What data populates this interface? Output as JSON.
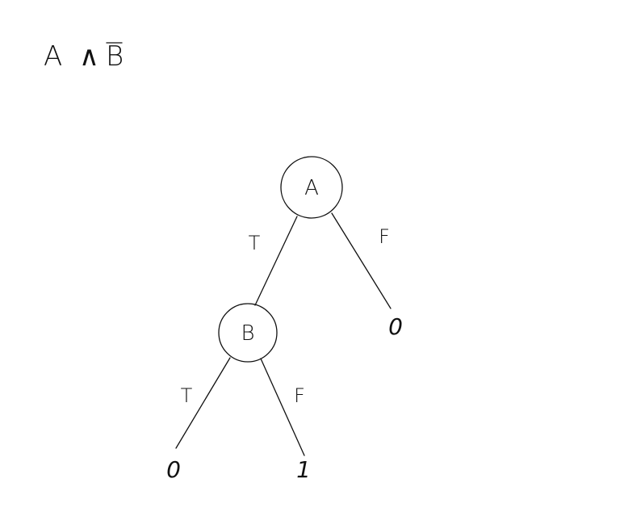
{
  "formula": {
    "var_a": "A",
    "operator": "∧",
    "var_b": "B"
  },
  "nodes": {
    "root": {
      "label": "A"
    },
    "b_node": {
      "label": "B"
    }
  },
  "edges": {
    "root_true": {
      "label": "T"
    },
    "root_false": {
      "label": "F"
    },
    "b_true": {
      "label": "T"
    },
    "b_false": {
      "label": "F"
    }
  },
  "leaves": {
    "root_false_leaf": {
      "label": "0"
    },
    "b_true_leaf": {
      "label": "0"
    },
    "b_false_leaf": {
      "label": "1"
    }
  }
}
